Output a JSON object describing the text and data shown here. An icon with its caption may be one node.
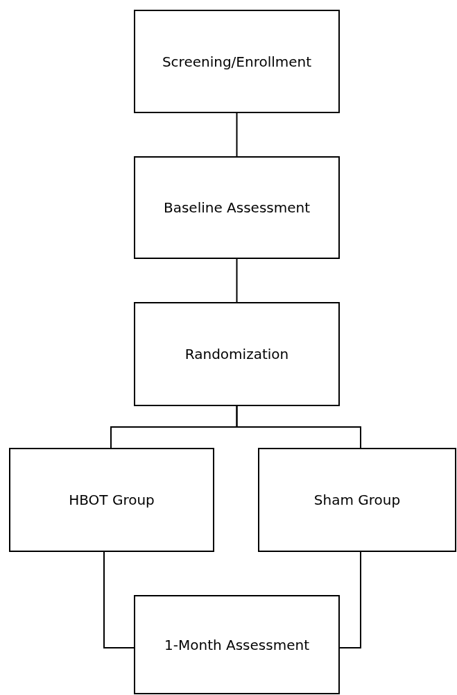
{
  "diagram": {
    "nodes": [
      {
        "text": [
          "Screening/Enrollment"
        ]
      },
      {
        "text": [
          "Baseline Assessment"
        ]
      },
      {
        "text": [
          "Randomization"
        ]
      },
      {
        "text": [
          "HBOT Group"
        ]
      },
      {
        "text": [
          "Sham Group"
        ]
      },
      {
        "text": [
          "1-Month Assessment"
        ]
      }
    ],
    "edges": [
      {
        "from": 0,
        "to": 1,
        "arrow": "none"
      },
      {
        "from": 1,
        "to": 2,
        "arrow": "none"
      },
      {
        "from": 2,
        "to": 3,
        "arrow": "none"
      },
      {
        "from": 2,
        "to": 4,
        "arrow": "none"
      },
      {
        "from": 3,
        "to": 5,
        "arrow": "none"
      },
      {
        "from": 4,
        "to": 5,
        "arrow": "none"
      }
    ]
  }
}
